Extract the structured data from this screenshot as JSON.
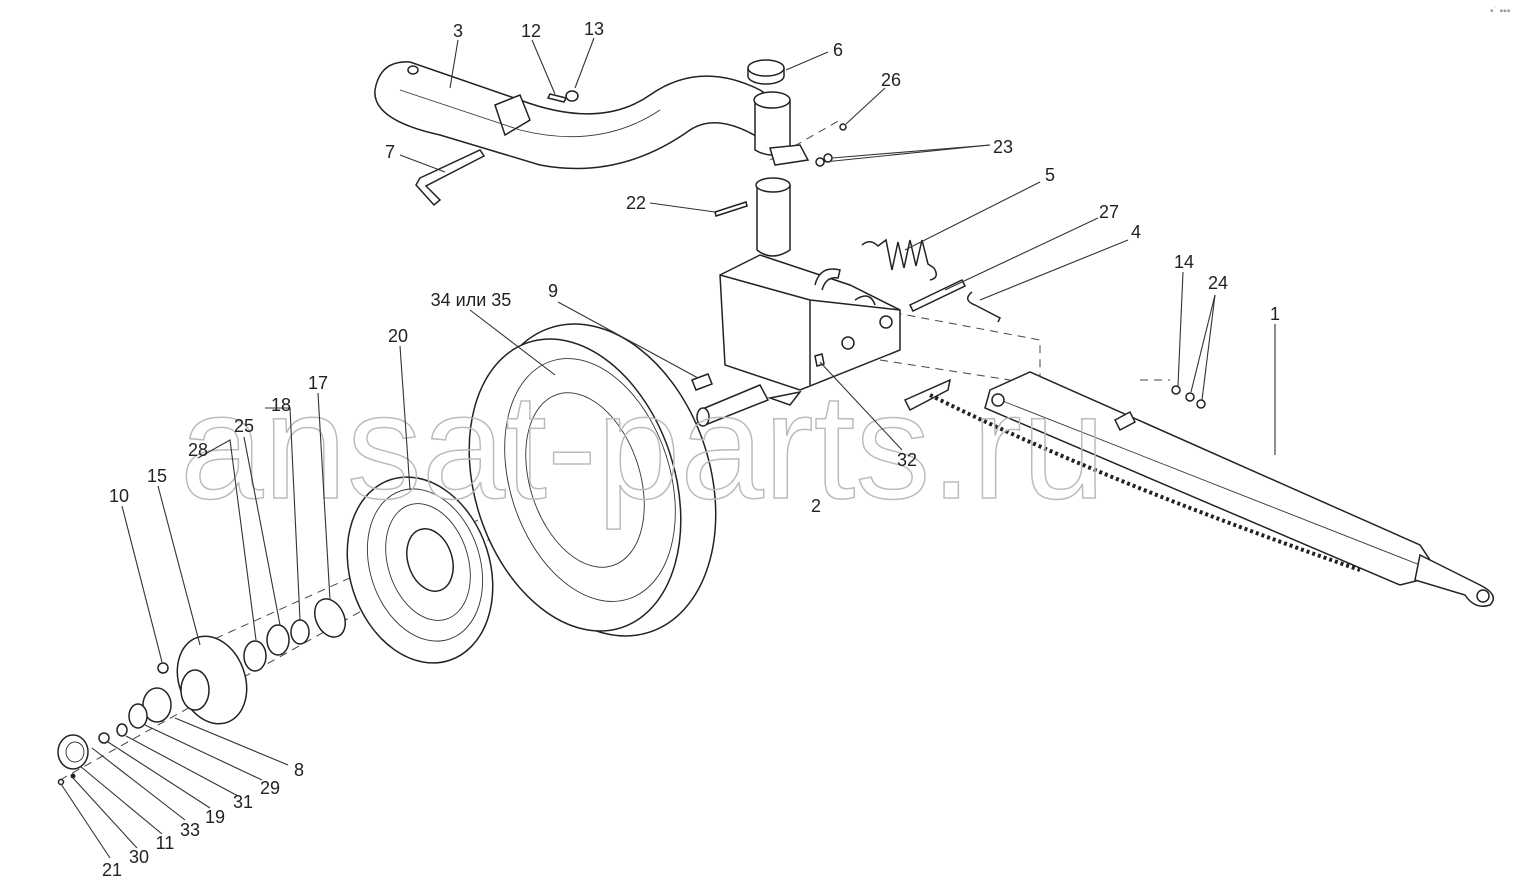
{
  "watermark": "ansat-parts.ru",
  "corner_mark": "•˙ ▪▪▪",
  "labels": [
    "3",
    "12",
    "13",
    "6",
    "26",
    "23",
    "7",
    "22",
    "5",
    "27",
    "4",
    "14",
    "24",
    "1",
    "9",
    "34 или 35",
    "20",
    "17",
    "18",
    "25",
    "28",
    "15",
    "10",
    "32",
    "2",
    "8",
    "29",
    "31",
    "19",
    "33",
    "11",
    "30",
    "21"
  ]
}
